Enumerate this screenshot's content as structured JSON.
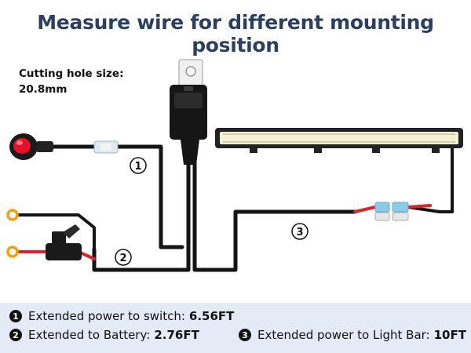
{
  "title": "Measure wire for different mounting position",
  "cutting_hole": {
    "label": "Cutting hole size:",
    "value": "20.8mm"
  },
  "markers": [
    "1",
    "2",
    "3"
  ],
  "legend": [
    {
      "num": "1",
      "text": "Extended power to switch:",
      "value": "6.56FT"
    },
    {
      "num": "2",
      "text": "Extended to Battery:",
      "value": "2.76FT"
    },
    {
      "num": "3",
      "text": "Extended power to Light Bar:",
      "value": "10FT"
    }
  ],
  "colors": {
    "title": "#2b3f60",
    "wire": "#141414",
    "red_wire": "#d8242a",
    "terminal": "#f2a20c",
    "switch_red": "#e8102a",
    "connector_blue": "#8ccbe8",
    "legend_bg": "#e4ebf7"
  }
}
